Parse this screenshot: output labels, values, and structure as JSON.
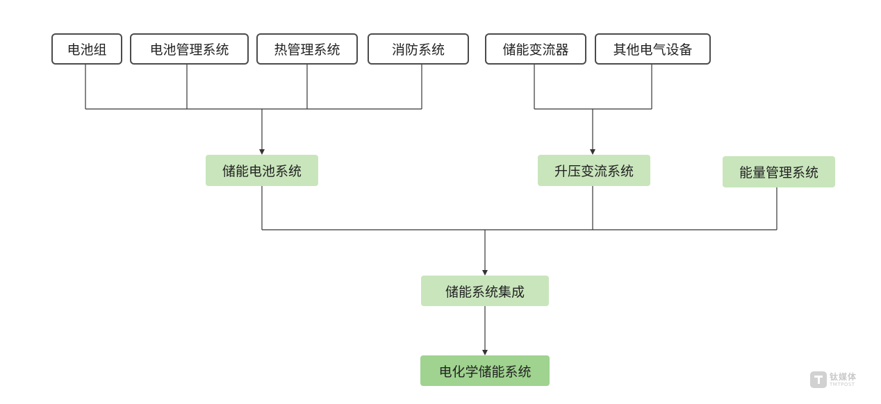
{
  "components": {
    "battery_pack": "电池组",
    "bms": "电池管理系统",
    "thermal_management": "热管理系统",
    "fire_protection": "消防系统",
    "pcs": "储能变流器",
    "other_electrical": "其他电气设备"
  },
  "subsystems": {
    "battery_system": "储能电池系统",
    "boost_conversion": "升压变流系统",
    "ems": "能量管理系统"
  },
  "integration": "储能系统集成",
  "final": "电化学储能系统",
  "watermark": {
    "name_cn": "钛媒体",
    "name_en": "TMTPOST"
  },
  "colors": {
    "line": "#333333",
    "component_border": "#4a4a4a",
    "subsystem_fill": "#c9e5bc",
    "final_fill": "#9fd38f"
  }
}
